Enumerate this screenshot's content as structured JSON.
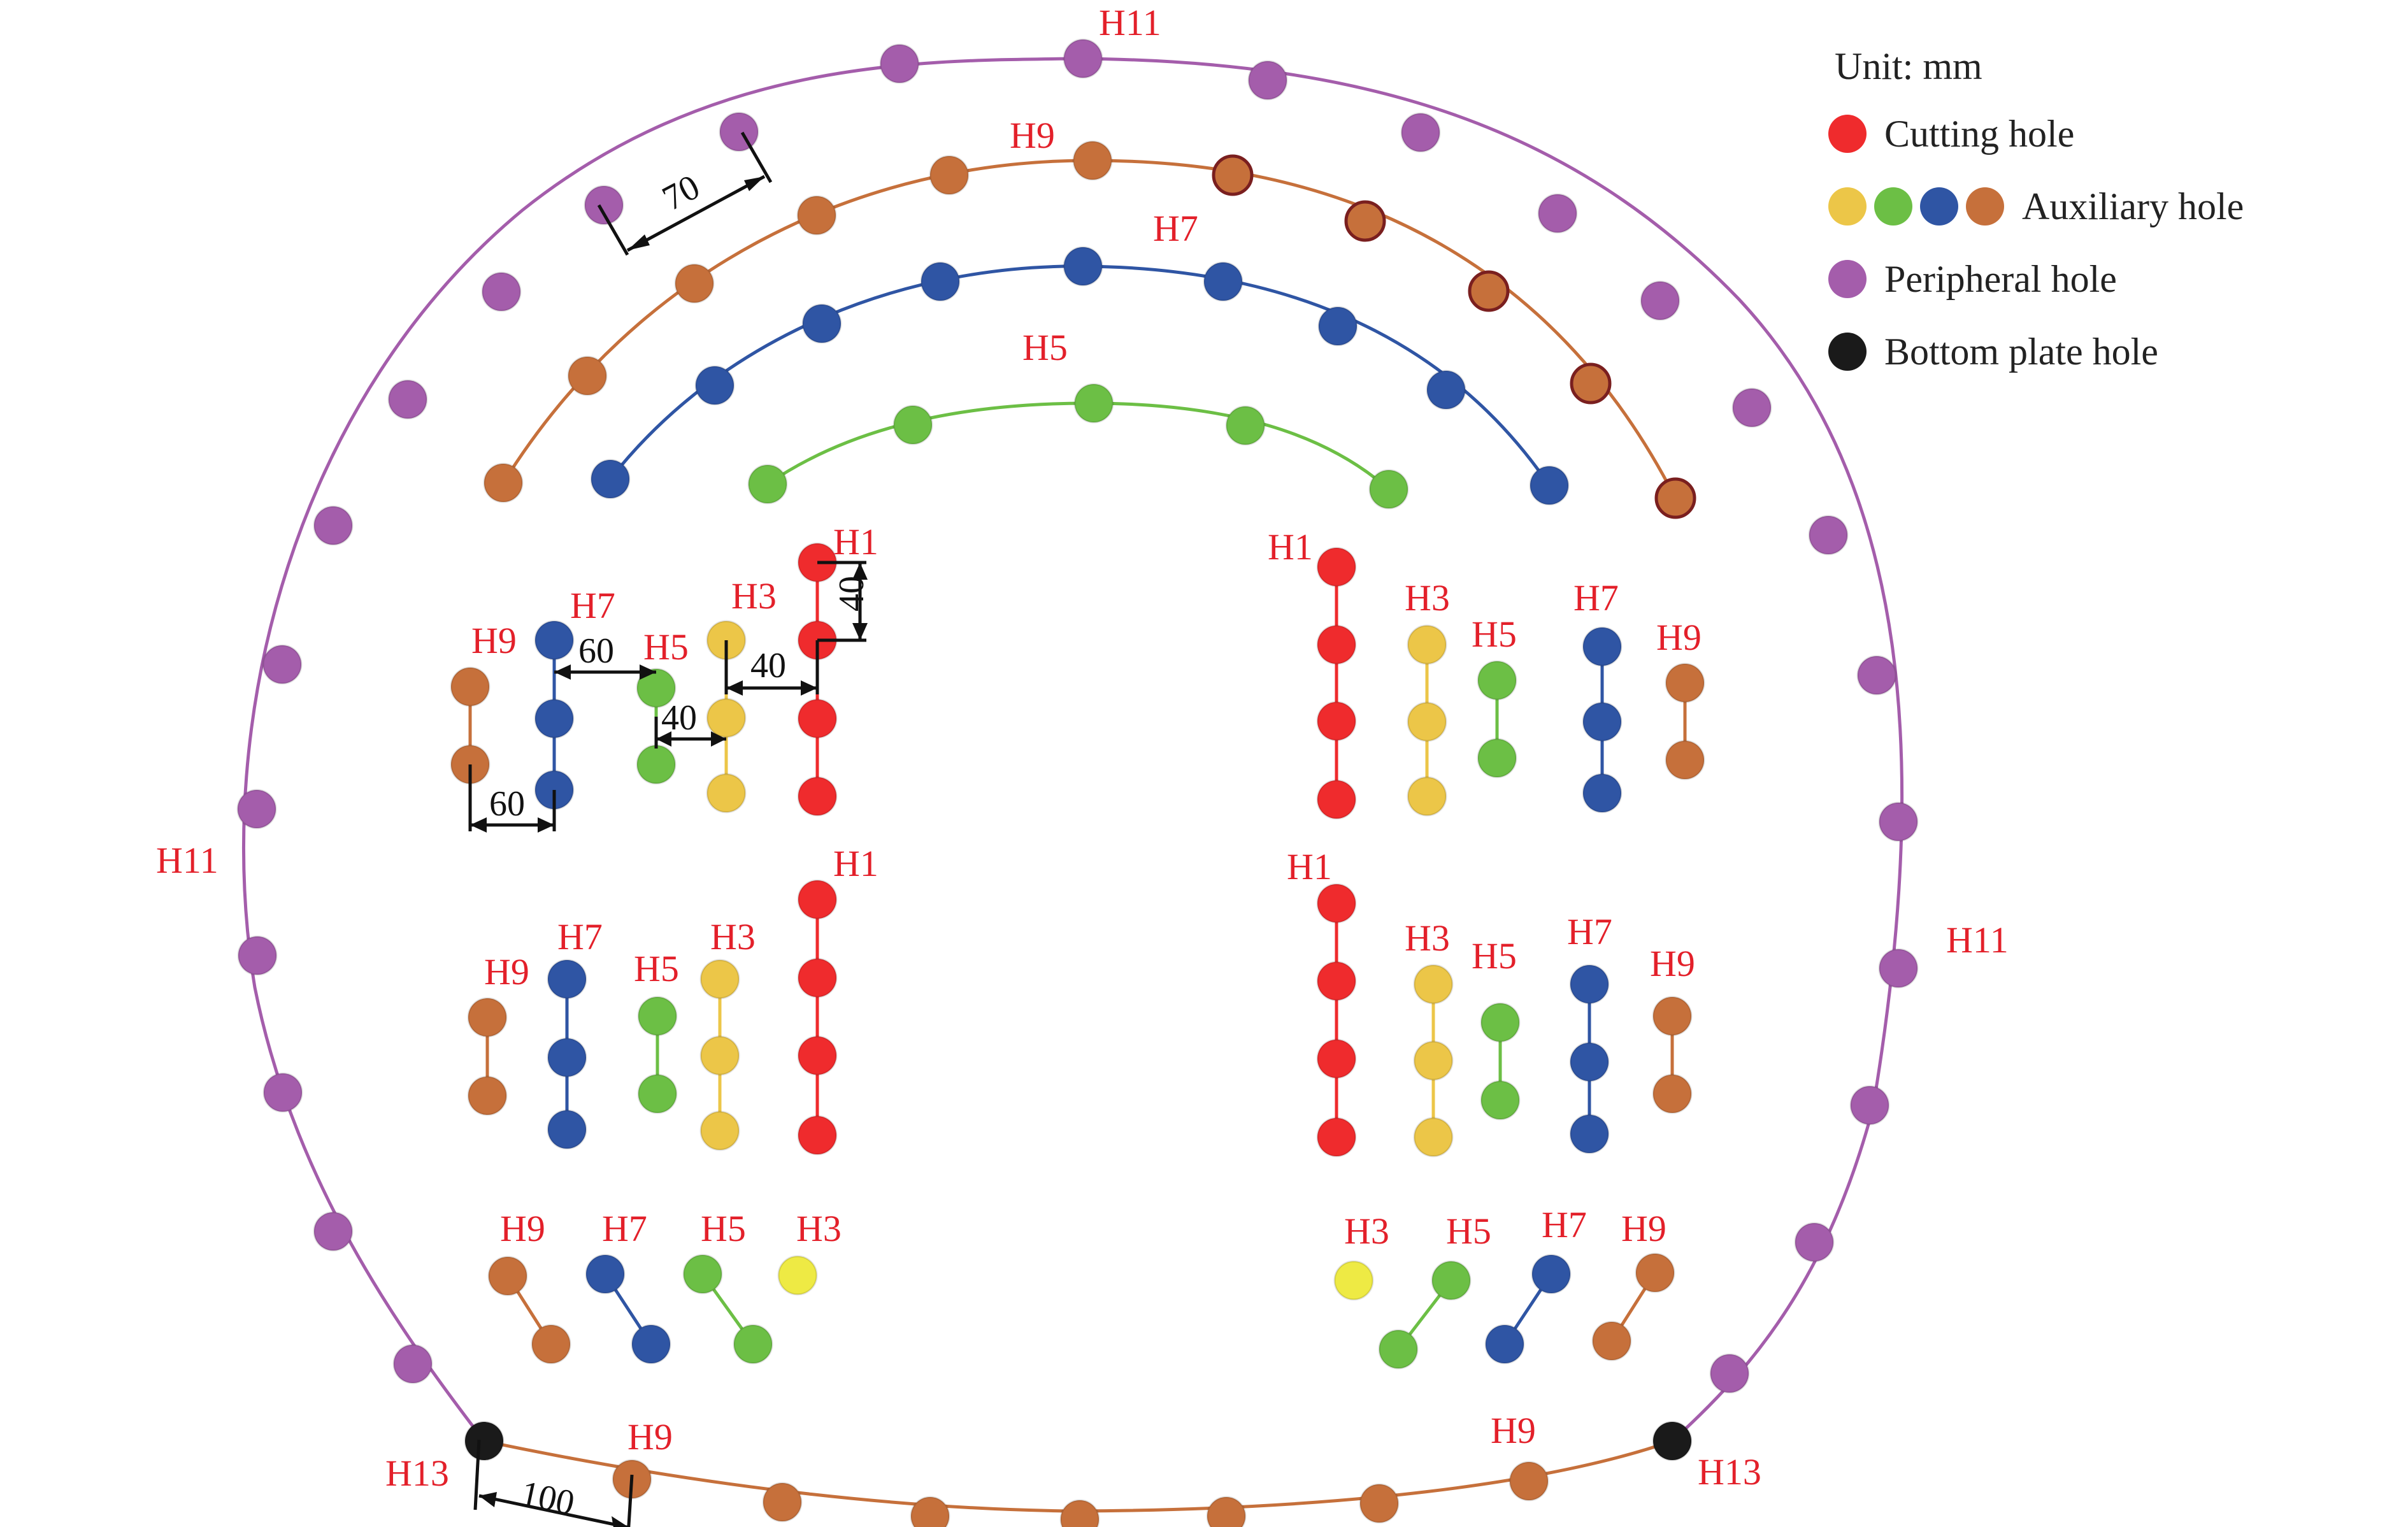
{
  "colors": {
    "cutting": "#ef2b2d",
    "yellow": "#ecc648",
    "yellow_bright": "#eeea44",
    "green": "#6cbf45",
    "blue": "#2f55a4",
    "orange": "#c6703b",
    "peripheral": "#a45dab",
    "bottom": "#1a1a1a",
    "label": "#e3202a",
    "dim": "#111111"
  },
  "legend": {
    "title": "Unit: mm",
    "items": [
      {
        "label": "Cutting hole",
        "dots": [
          "#ef2b2d"
        ]
      },
      {
        "label": "Auxiliary hole",
        "dots": [
          "#ecc648",
          "#6cbf45",
          "#2f55a4",
          "#c6703b"
        ]
      },
      {
        "label": "Peripheral hole",
        "dots": [
          "#a45dab"
        ]
      },
      {
        "label": "Bottom plate hole",
        "dots": [
          "#1a1a1a"
        ]
      }
    ]
  },
  "labels": {
    "h1": "H1",
    "h3": "H3",
    "h5": "H5",
    "h7": "H7",
    "h9": "H9",
    "h11": "H11",
    "h13": "H13"
  },
  "dimensions": {
    "d70": "70",
    "d60a": "60",
    "d60b": "60",
    "d40a": "40",
    "d40b": "40",
    "d40c": "40",
    "d100": "100"
  }
}
